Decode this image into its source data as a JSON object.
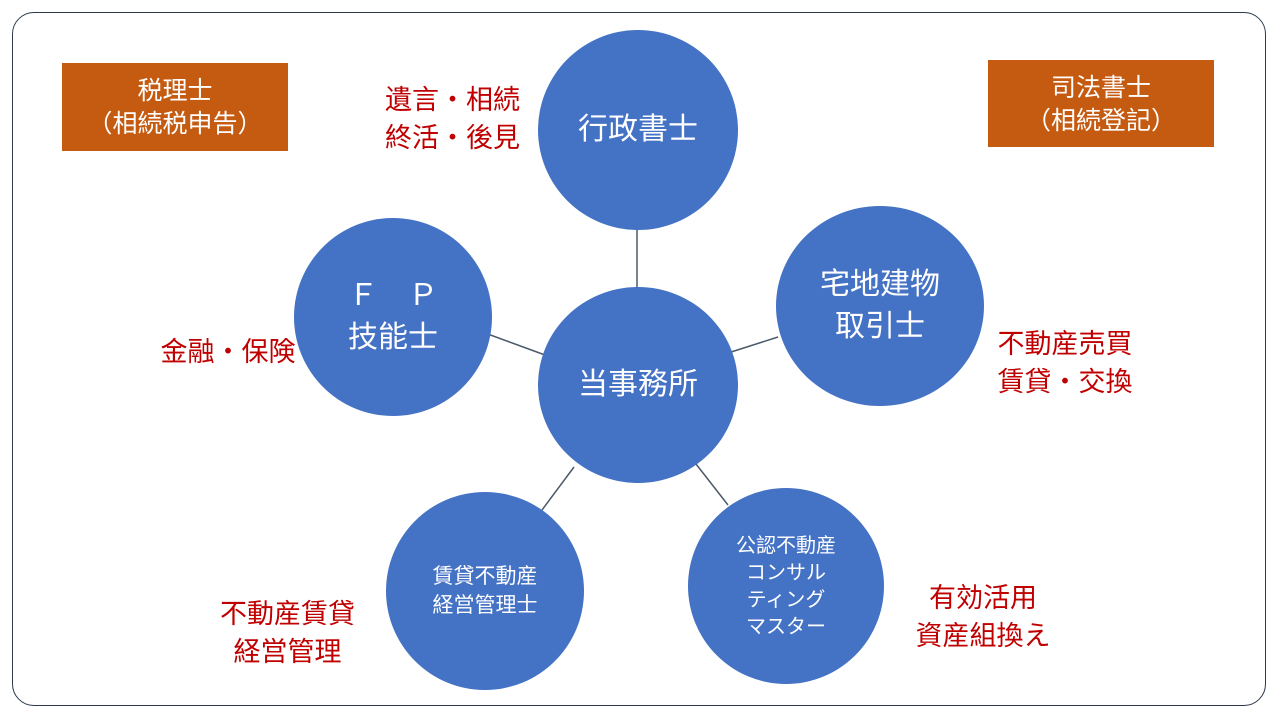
{
  "colors": {
    "node_fill": "#4472c4",
    "tag_fill": "#c55a11",
    "note_text": "#c00000",
    "connector": "#4a5a6a",
    "frame_border": "#2a3a4a"
  },
  "center": {
    "lines": [
      "当事務所"
    ]
  },
  "nodes": {
    "gyosei": {
      "lines": [
        "行政書士"
      ]
    },
    "takken": {
      "lines": [
        "宅地建物",
        "取引士"
      ]
    },
    "fp": {
      "lines": [
        "Ｆ　Ｐ",
        "技能士"
      ]
    },
    "chintai": {
      "lines": [
        "賃貸不動産",
        "経営管理士"
      ]
    },
    "koshi": {
      "lines": [
        "公認不動産",
        "コンサル",
        "ティング",
        "マスター"
      ]
    }
  },
  "tags": {
    "zeirishi": {
      "lines": [
        "税理士",
        "（相続税申告）"
      ]
    },
    "shiho": {
      "lines": [
        "司法書士",
        "（相続登記）"
      ]
    }
  },
  "notes": {
    "gyosei": {
      "lines": [
        "遺言・相続",
        "終活・後見"
      ]
    },
    "fp": {
      "lines": [
        "金融・保険"
      ]
    },
    "takken": {
      "lines": [
        "不動産売買",
        "賃貸・交換"
      ]
    },
    "chintai": {
      "lines": [
        "不動産賃貸",
        "経営管理"
      ]
    },
    "koshi": {
      "lines": [
        "有効活用",
        "資産組換え"
      ]
    }
  }
}
